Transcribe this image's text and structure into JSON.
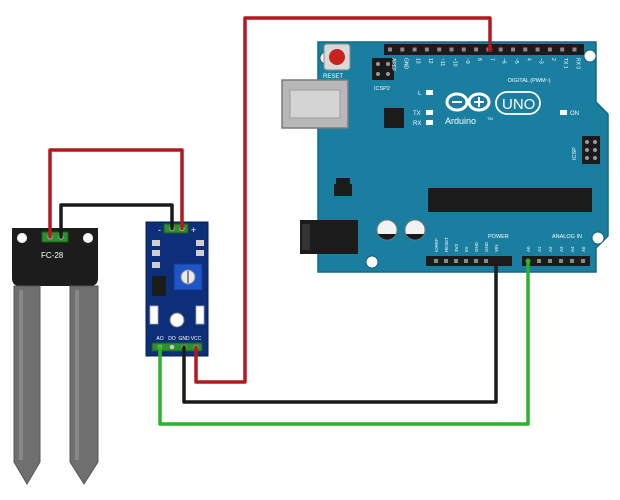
{
  "sensor": {
    "label": "FC-28"
  },
  "module": {
    "pin_minus": "-",
    "pin_plus": "+",
    "pin_labels": [
      "AO",
      "DO",
      "GND",
      "VCC"
    ]
  },
  "arduino": {
    "logo_text": "Arduino",
    "logo_trademark": "TM",
    "model": "UNO",
    "reset_label": "RESET",
    "icsp2_label": "ICSP2",
    "icsp_label": "ICSP",
    "on_label": "ON",
    "led_l": "L",
    "led_tx": "TX",
    "led_rx": "RX",
    "digital_label": "DIGITAL (PWM~)",
    "power_label": "POWER",
    "analog_label": "ANALOG IN",
    "top_pins": [
      "AREF",
      "GND",
      "13",
      "12",
      "~11",
      "~10",
      "~9",
      "8",
      "7",
      "~6",
      "~5",
      "4",
      "~3",
      "2",
      "TX 1",
      "RX 0"
    ],
    "power_pins": [
      "IOREF",
      "RESET",
      "3V3",
      "5V",
      "GND",
      "GND",
      "VIN"
    ],
    "analog_pins": [
      "A0",
      "A1",
      "A2",
      "A3",
      "A4",
      "A5"
    ]
  },
  "wires": {
    "colors": {
      "red": "#b3191e",
      "black": "#1a1a1a",
      "green": "#2bb32b"
    }
  },
  "colors": {
    "board": "#197ea0",
    "board_dark": "#116884",
    "module": "#0d2f7a",
    "sensor_head": "#1c1c1c",
    "probe": "#6f6f6f"
  }
}
